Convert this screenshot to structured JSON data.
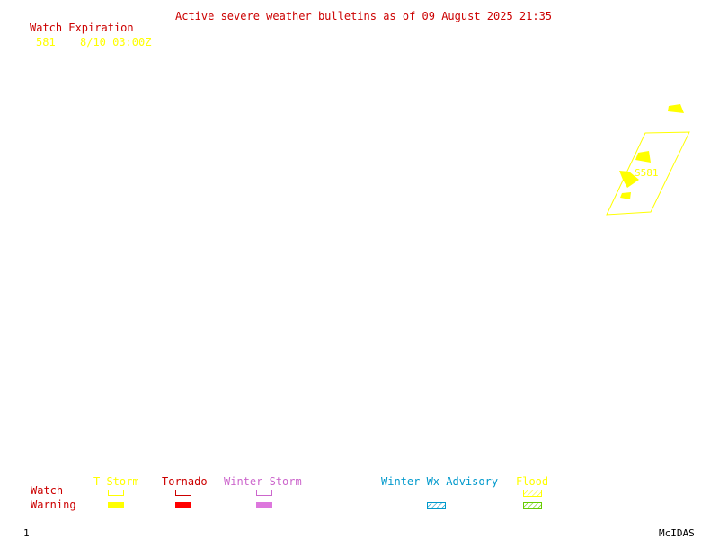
{
  "header": {
    "title": "Active severe weather bulletins as of 09 August 2025 21:35"
  },
  "watch_table": {
    "heading": "Watch Expiration",
    "rows": [
      {
        "id": "581",
        "expiration": "8/10 03:00Z"
      }
    ]
  },
  "map": {
    "watch_box_label": "S581"
  },
  "legend": {
    "row_labels": {
      "watch": "Watch",
      "warning": "Warning"
    },
    "categories": {
      "tstorm": {
        "label": "T-Storm",
        "color": "#ffff00"
      },
      "tornado": {
        "label": "Tornado",
        "color": "#ff0000"
      },
      "winter_storm": {
        "label": "Winter Storm",
        "color": "#dd77dd"
      },
      "winter_wx_advisory": {
        "label": "Winter Wx Advisory",
        "color": "#0099cc"
      },
      "flood": {
        "label": "Flood",
        "color": "#66cc00"
      }
    }
  },
  "footer": {
    "frame_number": "1",
    "brand": "McIDAS"
  }
}
